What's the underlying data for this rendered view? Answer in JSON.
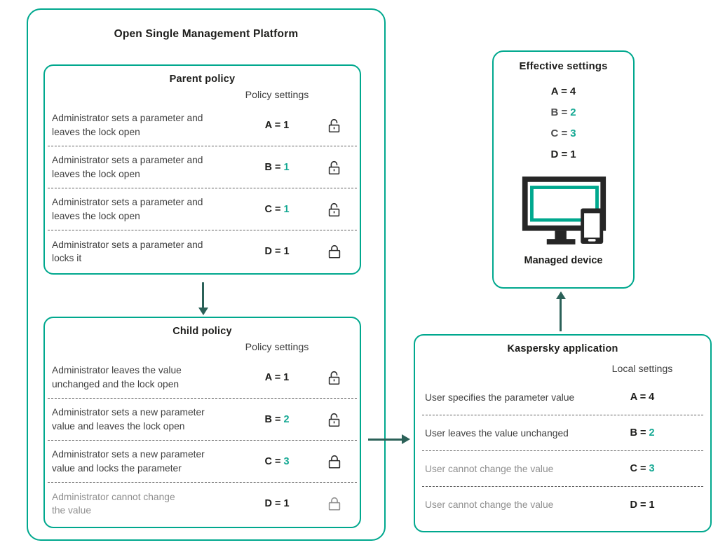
{
  "colors": {
    "teal": "#00A88E",
    "value_teal": "#14A893",
    "arrow": "#2B6158",
    "dark": "#1D1D1B",
    "body_text": "#3F3F3F",
    "muted_text": "#8F8F8F",
    "lock_dark": "#2B2B2B",
    "lock_muted": "#8F8F8F"
  },
  "arrows": {
    "parent_to_child": "down",
    "child_to_application": "right",
    "application_to_device": "up"
  },
  "platform": {
    "title": "Open Single Management Platform",
    "parent_policy": {
      "title": "Parent policy",
      "settings_header": "Policy settings",
      "rows": [
        {
          "text": "Administrator sets a parameter and\nleaves the lock open",
          "text_color": "#3F3F3F",
          "value_label": "A =",
          "value_number": "1",
          "label_color": "#1D1D1B",
          "number_color": "#1D1D1B",
          "lock_icon": "lock-open-icon",
          "lock_state": "open",
          "lock_color": "#2B2B2B"
        },
        {
          "text": "Administrator sets a parameter and\nleaves the lock open",
          "text_color": "#3F3F3F",
          "value_label": "B =",
          "value_number": "1",
          "label_color": "#1D1D1B",
          "number_color": "#14A893",
          "lock_icon": "lock-open-icon",
          "lock_state": "open",
          "lock_color": "#2B2B2B"
        },
        {
          "text": "Administrator sets a parameter and\nleaves the lock open",
          "text_color": "#3F3F3F",
          "value_label": "C =",
          "value_number": "1",
          "label_color": "#1D1D1B",
          "number_color": "#14A893",
          "lock_icon": "lock-open-icon",
          "lock_state": "open",
          "lock_color": "#2B2B2B"
        },
        {
          "text": "Administrator sets a parameter and\nlocks it",
          "text_color": "#3F3F3F",
          "value_label": "D =",
          "value_number": "1",
          "label_color": "#1D1D1B",
          "number_color": "#1D1D1B",
          "lock_icon": "lock-closed-icon",
          "lock_state": "closed",
          "lock_color": "#2B2B2B"
        }
      ]
    },
    "child_policy": {
      "title": "Child policy",
      "settings_header": "Policy settings",
      "rows": [
        {
          "text": "Administrator leaves the value\nunchanged  and the lock open",
          "text_color": "#3F3F3F",
          "value_label": "A =",
          "value_number": "1",
          "label_color": "#1D1D1B",
          "number_color": "#1D1D1B",
          "lock_icon": "lock-open-icon",
          "lock_state": "open",
          "lock_color": "#2B2B2B"
        },
        {
          "text": "Administrator sets a new parameter\nvalue and leaves the lock open",
          "text_color": "#3F3F3F",
          "value_label": "B =",
          "value_number": "2",
          "label_color": "#1D1D1B",
          "number_color": "#14A893",
          "lock_icon": "lock-open-icon",
          "lock_state": "open",
          "lock_color": "#2B2B2B"
        },
        {
          "text": "Administrator sets a new parameter\nvalue and locks the parameter",
          "text_color": "#3F3F3F",
          "value_label": "C =",
          "value_number": "3",
          "label_color": "#1D1D1B",
          "number_color": "#14A893",
          "lock_icon": "lock-closed-icon",
          "lock_state": "closed",
          "lock_color": "#2B2B2B"
        },
        {
          "text": "Administrator cannot change\nthe value",
          "text_color": "#8F8F8F",
          "value_label": "D =",
          "value_number": "1",
          "label_color": "#1D1D1B",
          "number_color": "#1D1D1B",
          "lock_icon": "lock-closed-icon",
          "lock_state": "closed",
          "lock_color": "#8F8F8F"
        }
      ]
    }
  },
  "kaspersky_application": {
    "title": "Kaspersky application",
    "settings_header": "Local settings",
    "rows": [
      {
        "text": "User specifies the parameter value",
        "text_color": "#3F3F3F",
        "value_label": "A =",
        "value_number": "4",
        "label_color": "#1D1D1B",
        "number_color": "#1D1D1B"
      },
      {
        "text": "User leaves the value unchanged",
        "text_color": "#3F3F3F",
        "value_label": "B =",
        "value_number": "2",
        "label_color": "#1D1D1B",
        "number_color": "#14A893"
      },
      {
        "text": "User cannot change the value",
        "text_color": "#8F8F8F",
        "value_label": "C =",
        "value_number": "3",
        "label_color": "#1D1D1B",
        "number_color": "#14A893"
      },
      {
        "text": "User cannot change the value",
        "text_color": "#8F8F8F",
        "value_label": "D =",
        "value_number": "1",
        "label_color": "#1D1D1B",
        "number_color": "#1D1D1B"
      }
    ]
  },
  "effective_settings": {
    "title": "Effective settings",
    "values": [
      {
        "label": "A =",
        "number": "4",
        "label_color": "#1D1D1B",
        "number_color": "#1D1D1B"
      },
      {
        "label": "B =",
        "number": "2",
        "label_color": "#4D4D4E",
        "number_color": "#14A893"
      },
      {
        "label": "C =",
        "number": "3",
        "label_color": "#4D4D4E",
        "number_color": "#14A893"
      },
      {
        "label": "D =",
        "number": "1",
        "label_color": "#1D1D1B",
        "number_color": "#1D1D1B"
      }
    ],
    "device_icon": "managed-device-icon",
    "device_label": "Managed device"
  }
}
